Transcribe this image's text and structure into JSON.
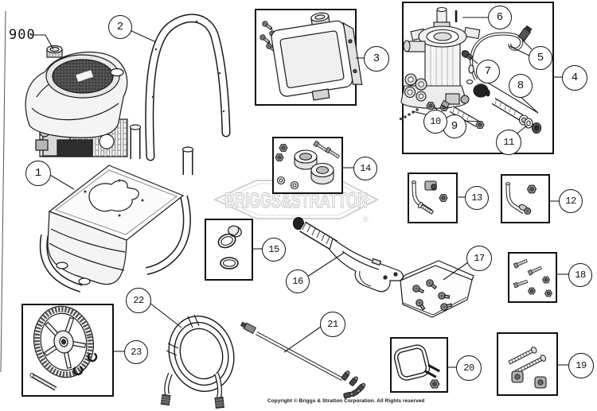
{
  "diagram": {
    "background": "#ffffff",
    "line_color": "#1a1a1a",
    "engine_callout": "900",
    "watermark": {
      "text": "BRIGGS&STRATTON",
      "registered_mark": "®",
      "color": "#c9c9c9"
    },
    "copyright": "Copyright © Briggs & Stratton Corporation. All Rights reserved",
    "callouts": [
      {
        "label": "1"
      },
      {
        "label": "2"
      },
      {
        "label": "3"
      },
      {
        "label": "4"
      },
      {
        "label": "5"
      },
      {
        "label": "6"
      },
      {
        "label": "7"
      },
      {
        "label": "8"
      },
      {
        "label": "9"
      },
      {
        "label": "10"
      },
      {
        "label": "11"
      },
      {
        "label": "12"
      },
      {
        "label": "13"
      },
      {
        "label": "14"
      },
      {
        "label": "15"
      },
      {
        "label": "16"
      },
      {
        "label": "17"
      },
      {
        "label": "18"
      },
      {
        "label": "19"
      },
      {
        "label": "20"
      },
      {
        "label": "21"
      },
      {
        "label": "22"
      },
      {
        "label": "23"
      }
    ]
  }
}
